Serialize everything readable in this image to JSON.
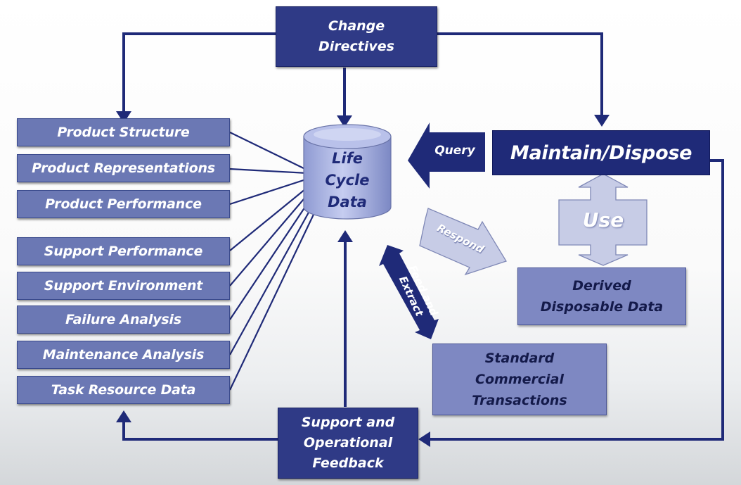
{
  "top_box": {
    "line1": "Change",
    "line2": "Directives"
  },
  "cylinder": {
    "line1": "Life",
    "line2": "Cycle",
    "line3": "Data"
  },
  "query_label": "Query",
  "maintain_box": "Maintain/Dispose",
  "use_label": "Use",
  "respond_label": "Respond",
  "feed_label": {
    "line1": "Feed and",
    "line2": "Extract"
  },
  "derived_box": {
    "line1": "Derived",
    "line2": "Disposable Data"
  },
  "standard_box": {
    "line1": "Standard",
    "line2": "Commercial",
    "line3": "Transactions"
  },
  "support_box": {
    "line1": "Support and",
    "line2": "Operational",
    "line3": "Feedback"
  },
  "left_items": [
    "Product Structure",
    "Product Representations",
    "Product Performance",
    "Support Performance",
    "Support Environment",
    "Failure Analysis",
    "Maintenance Analysis",
    "Task Resource Data"
  ],
  "colors": {
    "navy": "#1f2a78",
    "light": "#6b78b4",
    "arrow_light": "#c7cce6"
  }
}
